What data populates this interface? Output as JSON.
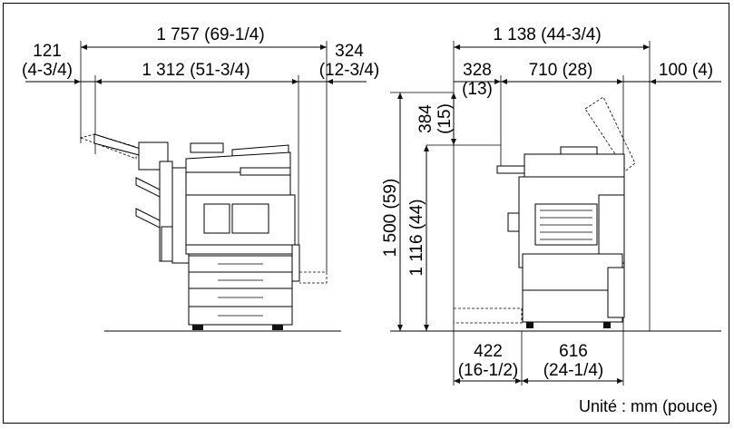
{
  "front_view": {
    "overall_width": "1 757 (69-1/4)",
    "left_extension": "121",
    "left_extension_in": "(4-3/4)",
    "main_width": "1 312 (51-3/4)",
    "right_extension": "324",
    "right_extension_in": "(12-3/4)"
  },
  "side_view": {
    "overall_depth": "1 138 (44-3/4)",
    "rear_clearance": "328",
    "rear_clearance_in": "(13)",
    "body_depth": "710 (28)",
    "front_clearance": "100 (4)",
    "total_height": "1 500 (59)",
    "body_height": "1 116 (44)",
    "top_height": "384",
    "top_height_in": "(15)",
    "bottom_left": "422",
    "bottom_left_in": "(16-1/2)",
    "bottom_right": "616",
    "bottom_right_in": "(24-1/4)"
  },
  "units_note": "Unité : mm (pouce)"
}
